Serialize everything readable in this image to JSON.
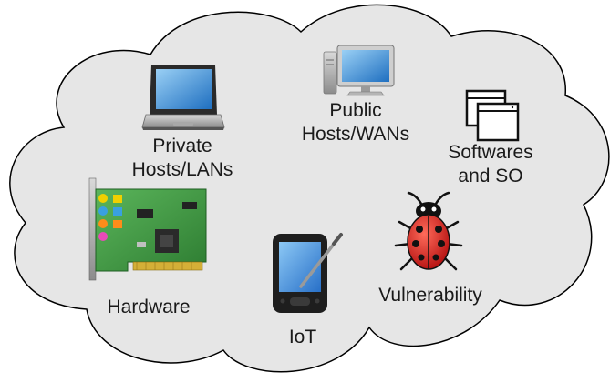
{
  "diagram": {
    "cloud_fill": "#e6e6e6",
    "cloud_stroke": "#000000",
    "nodes": [
      {
        "id": "private-hosts",
        "icon": "laptop-icon",
        "label_lines": [
          "Private",
          "Hosts/LANs"
        ]
      },
      {
        "id": "public-hosts",
        "icon": "desktop-computer-icon",
        "label_lines": [
          "Public",
          "Hosts/WANs"
        ]
      },
      {
        "id": "softwares",
        "icon": "application-windows-icon",
        "label_lines": [
          "Softwares",
          "and SO"
        ]
      },
      {
        "id": "hardware",
        "icon": "sound-card-icon",
        "label_lines": [
          "Hardware"
        ]
      },
      {
        "id": "iot",
        "icon": "pda-stylus-icon",
        "label_lines": [
          "IoT"
        ]
      },
      {
        "id": "vulnerability",
        "icon": "ladybug-icon",
        "label_lines": [
          "Vulnerability"
        ]
      }
    ]
  }
}
